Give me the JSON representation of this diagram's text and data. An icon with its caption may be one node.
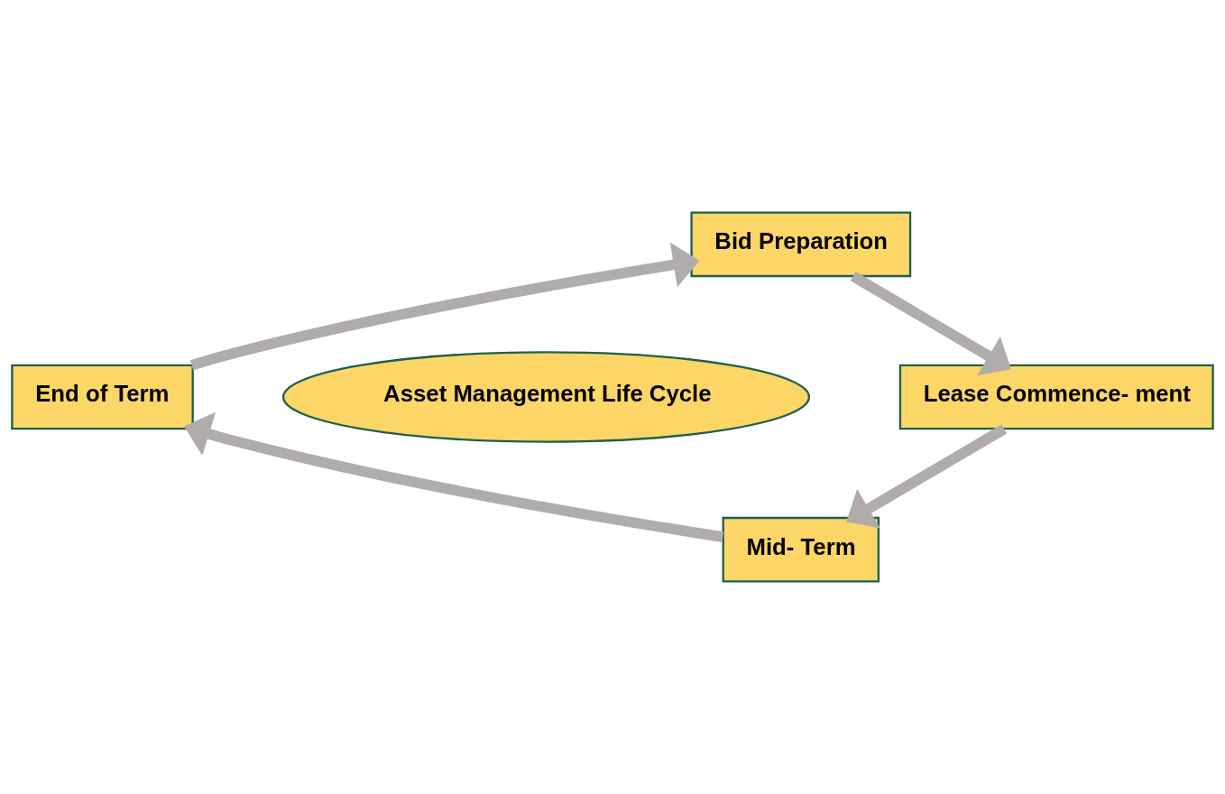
{
  "diagram": {
    "nodes": [
      {
        "text": [
          "Bid Preparation"
        ]
      },
      {
        "text": [
          "Lease Commence- ment"
        ]
      },
      {
        "text": [
          "Mid- Term"
        ]
      },
      {
        "text": [
          "End of Term"
        ]
      },
      {
        "text": [
          "Asset Management Life Cycle"
        ]
      }
    ],
    "edges": [
      {
        "from": 0,
        "to": 1,
        "arrow": "to"
      },
      {
        "from": 1,
        "to": 2,
        "arrow": "to"
      },
      {
        "from": 2,
        "to": 3,
        "arrow": "to"
      },
      {
        "from": 3,
        "to": 0,
        "arrow": "to"
      }
    ]
  }
}
